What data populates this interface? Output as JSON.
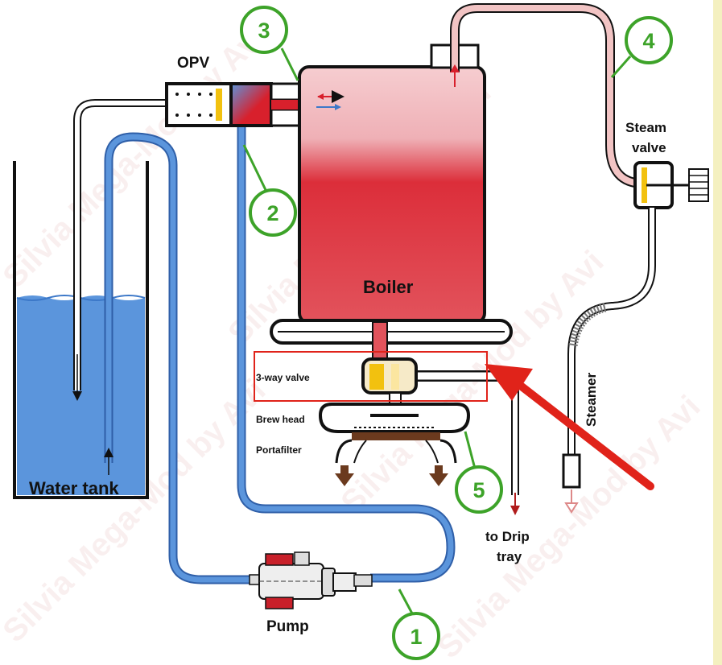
{
  "labels": {
    "opv": "OPV",
    "boiler": "Boiler",
    "water_tank": "Water tank",
    "steam_valve_1": "Steam",
    "steam_valve_2": "valve",
    "three_way_valve": "3-way valve",
    "brew_head": "Brew head",
    "portafilter": "Portafilter",
    "drip_1": "to Drip",
    "drip_2": "tray",
    "steamer": "Steamer",
    "pump": "Pump"
  },
  "callouts": [
    "1",
    "2",
    "3",
    "4",
    "5"
  ],
  "watermark": "Silvia Mega-Mod by Avi",
  "colors": {
    "water": "#5b95dc",
    "water_dark": "#2f5fa8",
    "hot": "#d8202c",
    "steam_pipe": "#f2c4c4",
    "callout_green": "#3da329",
    "highlight_red": "#e0231a",
    "valve_yellow": "#f2c10f",
    "coffee": "#6b3a1e",
    "right_border": "#f4f0c0"
  },
  "icons": [
    "flow-arrow-icon",
    "highlight-arrow-icon",
    "knob-icon"
  ]
}
